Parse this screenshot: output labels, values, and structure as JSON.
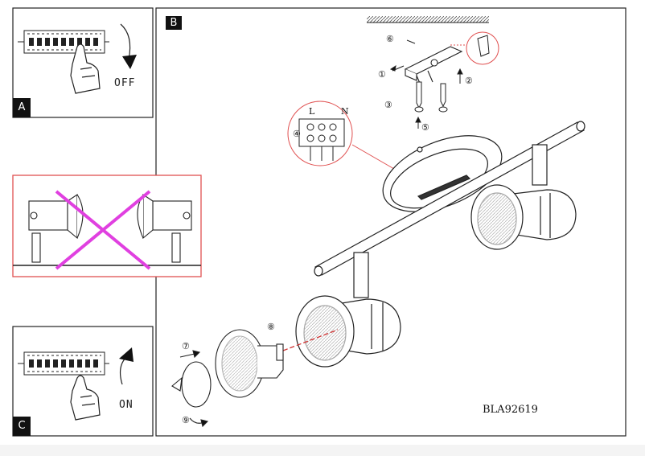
{
  "panels": {
    "a": {
      "label": "A",
      "state": "OFF"
    },
    "b": {
      "label": "B"
    },
    "c": {
      "label": "C",
      "state": "ON"
    }
  },
  "steps": {
    "s1": "①",
    "s2": "②",
    "s3": "③",
    "s4": "④",
    "s5": "⑤",
    "s6": "⑥",
    "s7": "⑦",
    "s8": "⑧",
    "s9": "⑨"
  },
  "terminal_labels": {
    "live": "L",
    "neutral": "N"
  },
  "model_code": "BLA92619",
  "colors": {
    "line": "#222222",
    "warning_border": "#e05050",
    "cross": "#e040e0",
    "laser": "#d03030"
  }
}
